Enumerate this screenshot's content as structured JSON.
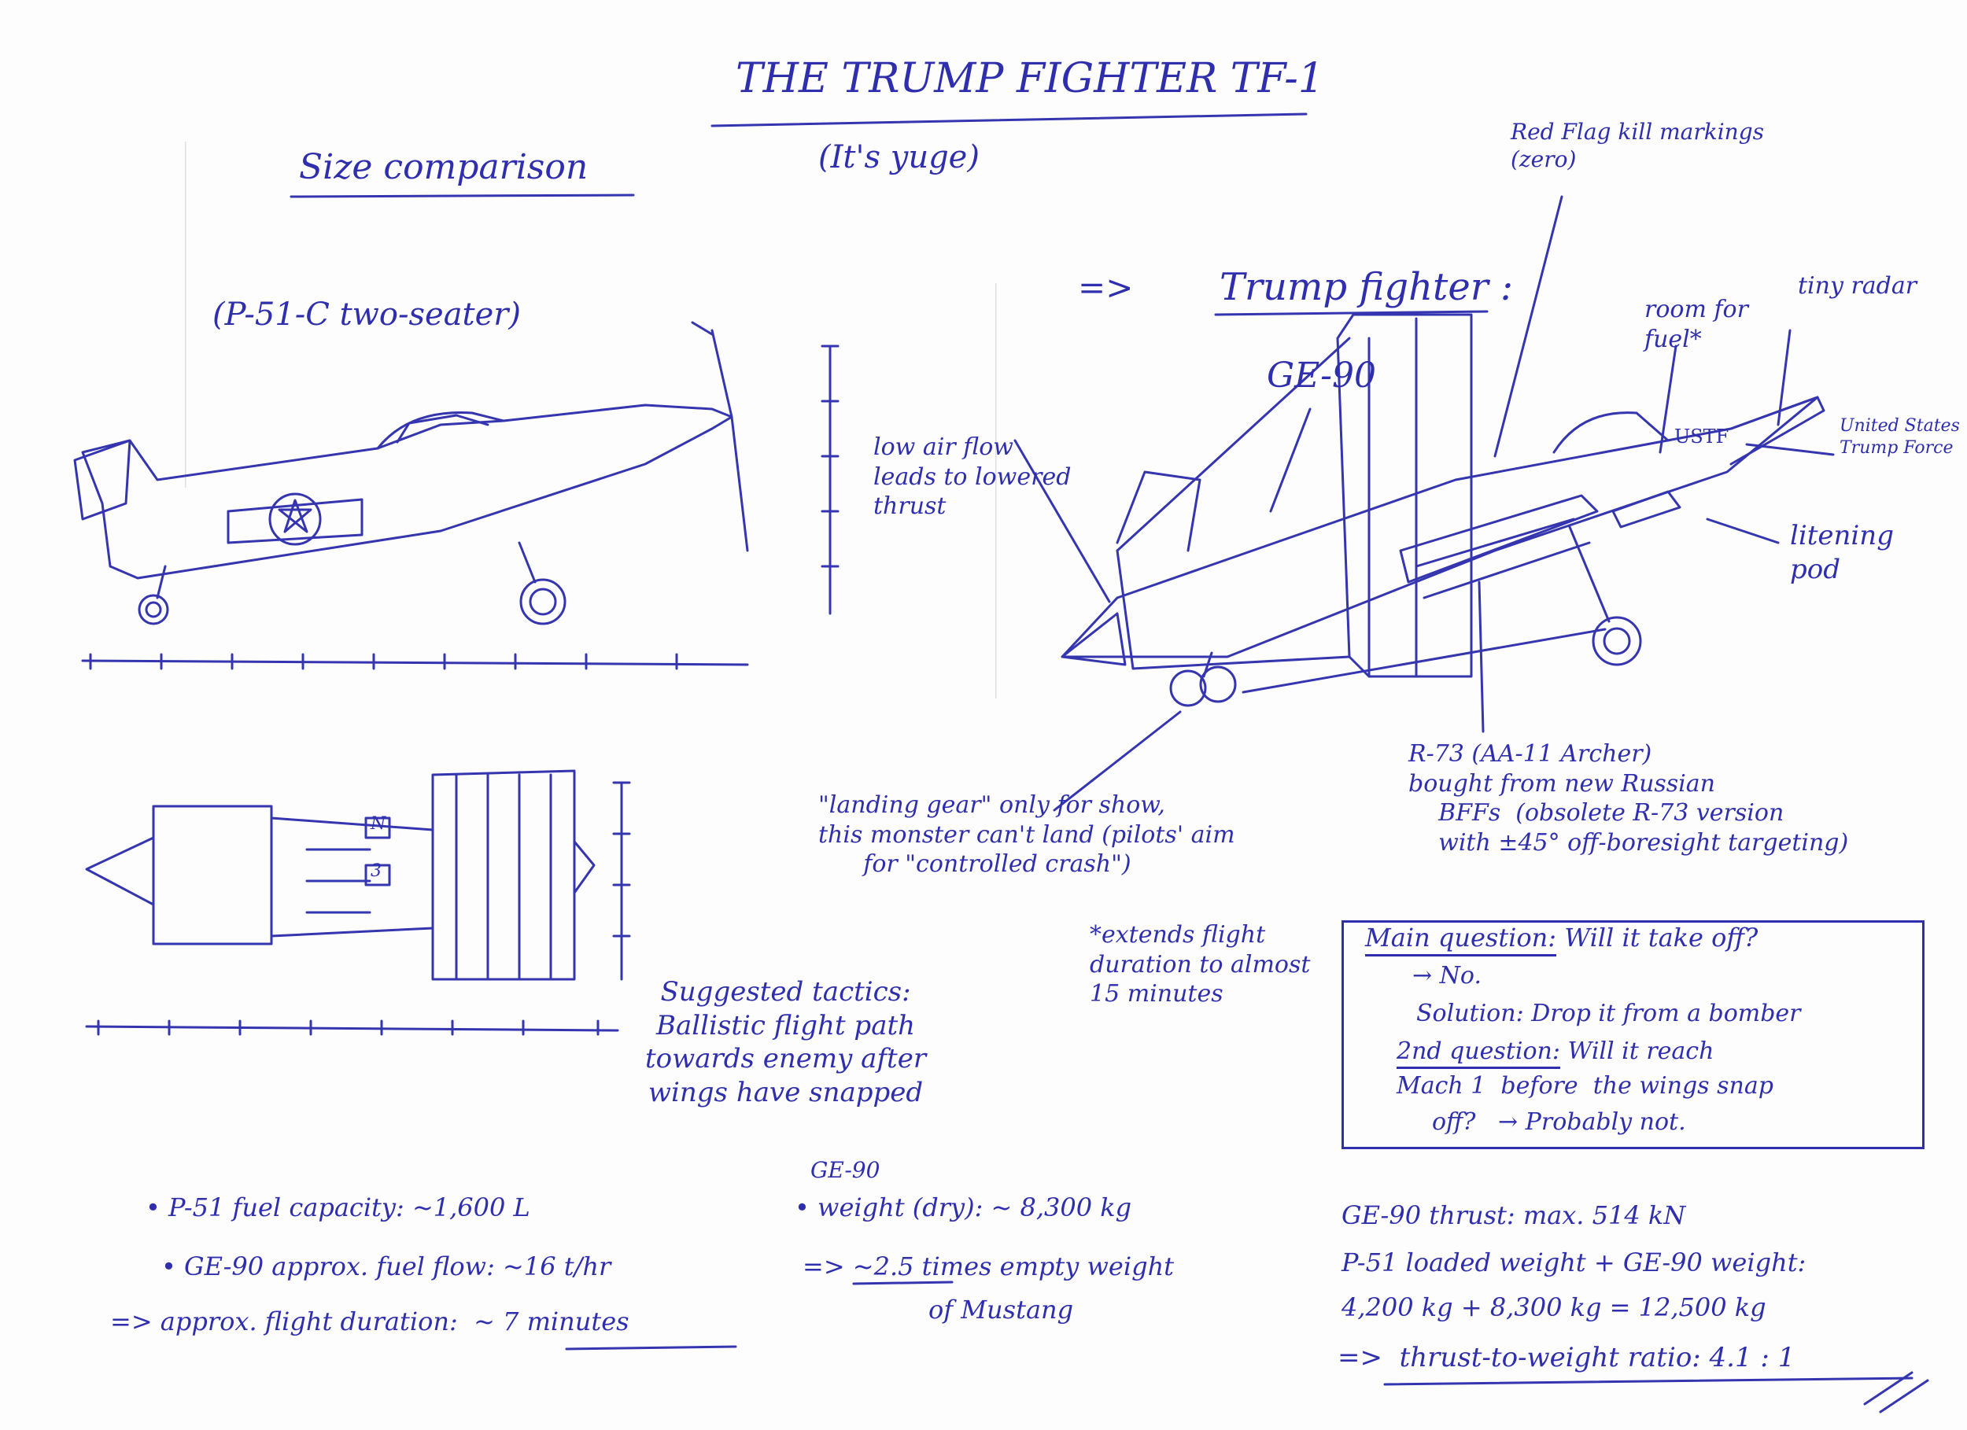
{
  "title": "THE TRUMP FIGHTER TF-1",
  "subtitle": "(It's yuge)",
  "size_comparison": {
    "heading": "Size comparison",
    "p51_label": "(P-51-C two-seater)"
  },
  "trump_fighter": {
    "arrow": "=>",
    "heading": "Trump fighter :",
    "annotations": {
      "ge90": "GE-90",
      "low_air_flow": "low air flow\nleads to lowered\nthrust",
      "kill_markings": "Red Flag kill markings\n(zero)",
      "room_for_fuel": "room for\nfuel*",
      "tiny_radar": "tiny radar",
      "ustf": "USTF",
      "united_states": "United States\nTrump Force",
      "litening": "litening\npod",
      "r73": "R-73 (AA-11 Archer)\nbought from new Russian\n    BFFs  (obsolete R-73 version\n    with ±45° off-boresight targeting)",
      "landing_gear": "\"landing gear\" only for show,\nthis monster can't land (pilots' aim\n      for \"controlled crash\")",
      "extends": "*extends flight\nduration to almost\n15 minutes"
    }
  },
  "engine_marks": [
    "N",
    "3"
  ],
  "tactics": "Suggested tactics:\nBallistic flight path\ntowards enemy after\nwings have snapped",
  "question_box": {
    "main_label": "Main question:",
    "main_text": " Will it take off?",
    "answer1": "→ No.",
    "solution": "Solution: Drop it from a bomber",
    "second_label": "2nd question:",
    "second_text": " Will it reach",
    "second_cont": "Mach 1  before  the wings snap",
    "second_end": "off?   → Probably not."
  },
  "fuel_notes": {
    "line1": "• P-51 fuel capacity: ~1,600 L",
    "line2": "• GE-90 approx. fuel flow: ~16 t/hr",
    "line3_prefix": "=> approx. flight duration:  ",
    "line3_value": "~ 7 minutes"
  },
  "weight_notes": {
    "ge90_label": "GE-90",
    "line1": "• weight (dry): ~ 8,300 kg",
    "line2_prefix": "=> ",
    "line2_value": "~2.5",
    "line2_suffix": " times empty weight",
    "line3": "of Mustang"
  },
  "thrust_notes": {
    "line1": "GE-90 thrust: max. 514 kN",
    "line2": "P-51 loaded weight + GE-90 weight:",
    "line3": "4,200 kg + 8,300 kg = 12,500 kg",
    "line4_prefix": "=>  ",
    "line4_value": "thrust-to-weight ratio: 4.1 : 1"
  }
}
